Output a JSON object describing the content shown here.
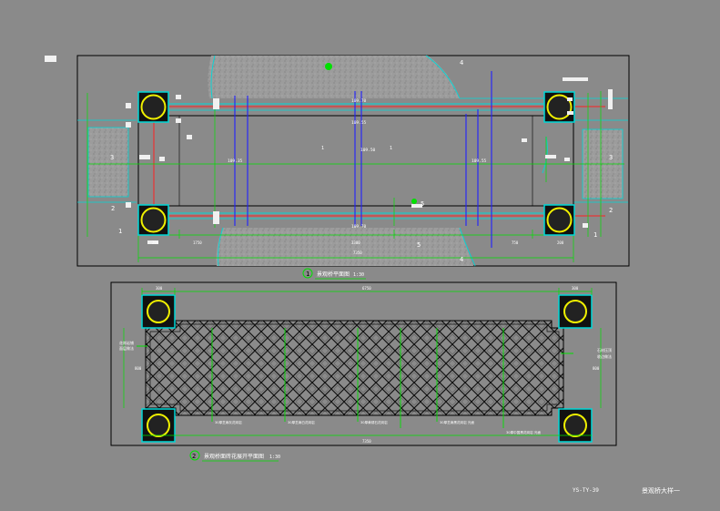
{
  "sheet": {
    "code": "YS-TY-39",
    "title": "景观桥大样一"
  },
  "plan_view": {
    "number": "1",
    "caption": "景观桥平面图",
    "scale": "1:30",
    "section_marks": [
      "1",
      "2",
      "3",
      "4",
      "5"
    ],
    "dims_bottom": [
      "200",
      "1750",
      "3300",
      "750",
      "200"
    ],
    "total_dim": "7350",
    "center_marks": [
      "1",
      "1"
    ],
    "elevations": [
      "109.70",
      "109.55",
      "109.50",
      "109.35",
      "109.70",
      "109.55"
    ]
  },
  "deck_view": {
    "number": "2",
    "caption": "景观桥面砖花展开平面图",
    "scale": "1:30",
    "dim_top": [
      "300",
      "6750",
      "300"
    ],
    "dim_bottom": "7350",
    "dim_left": "800",
    "dim_right": "800",
    "left_note": [
      "花岗岩铺",
      "面层做法"
    ],
    "right_note": [
      "石材压顶",
      "收边做法"
    ],
    "callouts": [
      "30厚芝麻灰花岗岩",
      "30厚芝麻白花岗岩",
      "30厚黄锈石花岗岩",
      "30厚芝麻黑花岗岩 光面",
      "30厚中国黑花岗岩 光面"
    ]
  }
}
